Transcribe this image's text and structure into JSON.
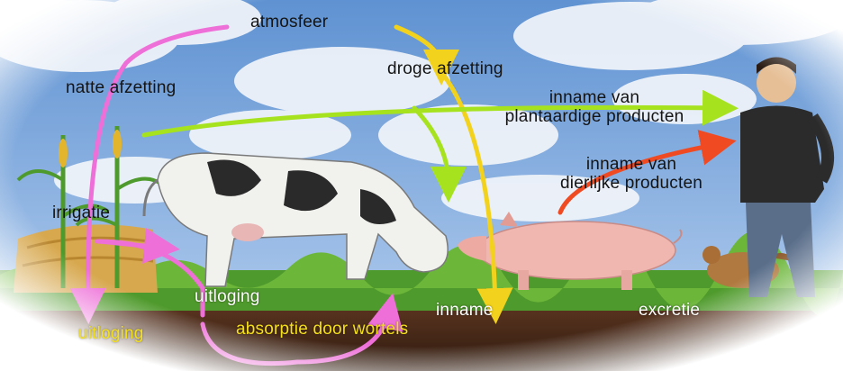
{
  "labels": {
    "atmosfeer": "atmosfeer",
    "natte_afzetting": "natte afzetting",
    "droge_afzetting": "droge afzetting",
    "inname_plant_1": "inname van",
    "inname_plant_2": "plantaardige producten",
    "inname_dier_1": "inname van",
    "inname_dier_2": "dierlijke producten",
    "irrigatie": "irrigatie",
    "uitloging_mid": "uitloging",
    "uitloging_bottom": "uitloging",
    "absorptie": "absorptie door wortels",
    "inname": "inname",
    "excretie": "excretie"
  },
  "colors": {
    "sky": "#6f9fd6",
    "cloud": "#f2f5fa",
    "grass": "#4f9a2c",
    "soil": "#4a2a17",
    "arrow_pink": "#ee6fd8",
    "arrow_yellow": "#f2d21c",
    "arrow_green": "#a6e21e",
    "arrow_red": "#f04a22",
    "label_yellow": "#f4e01a"
  }
}
